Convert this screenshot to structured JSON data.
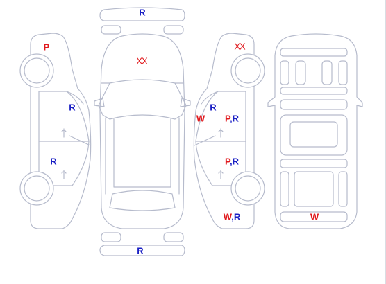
{
  "colors": {
    "outline": "#b6bbcc",
    "red": "#e0181c",
    "blue": "#1a1fc4"
  },
  "marks": {
    "roof_front": {
      "text": "R",
      "color": "blue"
    },
    "left_front_fender": {
      "text": "P",
      "color": "red"
    },
    "hood": {
      "text": "XX",
      "color": "red"
    },
    "right_front_fender": {
      "text": "XX",
      "color": "red"
    },
    "left_front_door": {
      "text": "R",
      "color": "blue"
    },
    "right_pillar": {
      "text": "R",
      "color": "blue"
    },
    "right_windshield_side": {
      "text": "W",
      "color": "red"
    },
    "right_front_door_p": {
      "text": "P",
      "color": "red"
    },
    "right_front_door_r": {
      "text": "R",
      "color": "blue"
    },
    "left_rear_door": {
      "text": "R",
      "color": "blue"
    },
    "right_rear_door_p": {
      "text": "P",
      "color": "red"
    },
    "right_rear_door_r": {
      "text": "R",
      "color": "blue"
    },
    "right_rear_quarter_w": {
      "text": "W",
      "color": "red"
    },
    "right_rear_quarter_r": {
      "text": "R",
      "color": "blue"
    },
    "floor_rear": {
      "text": "W",
      "color": "red"
    },
    "rear_bumper": {
      "text": "R",
      "color": "blue"
    }
  },
  "separator": ","
}
